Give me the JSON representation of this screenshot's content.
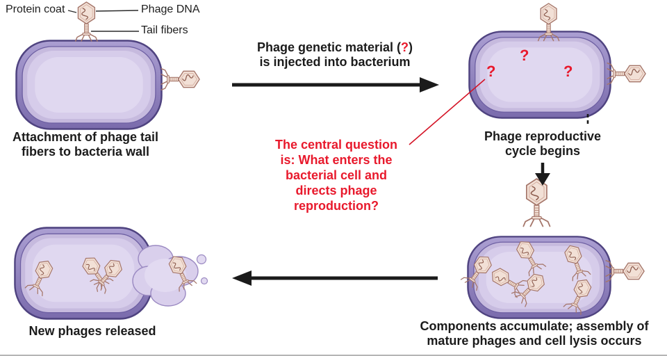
{
  "palette": {
    "background": "#ffffff",
    "red": "#e8192c",
    "text": "#1b1b1b",
    "bacterium_rim": "#8a7ab8",
    "bacterium_rim_dark": "#4f4380",
    "bacterium_interior": "#d6ccea",
    "phage_fill": "#f2e0d6",
    "phage_outline": "#a5766a"
  },
  "phage_part_labels": {
    "protein_coat": "Protein coat",
    "phage_dna": "Phage DNA",
    "tail_fibers": "Tail fibers"
  },
  "captions": {
    "attachment": {
      "lines": [
        "Attachment of phage tail",
        "fibers to bacteria wall"
      ]
    },
    "injection": {
      "line1_pre": "Phage genetic material (",
      "line1_q": "?",
      "line1_post": ")",
      "line2": "is injected into bacterium"
    },
    "cycle": {
      "lines": [
        "Phage reproductive",
        "cycle begins"
      ]
    },
    "assembly": {
      "lines": [
        "Components accumulate; assembly of",
        "mature phages and cell lysis occurs"
      ]
    },
    "release": "New phages released"
  },
  "central_question": {
    "lines": [
      "The central question",
      "is: What enters the",
      "bacterial cell and",
      "directs phage",
      "reproduction?"
    ]
  },
  "question_marks": {
    "q1": "?",
    "q2": "?",
    "q3": "?"
  }
}
